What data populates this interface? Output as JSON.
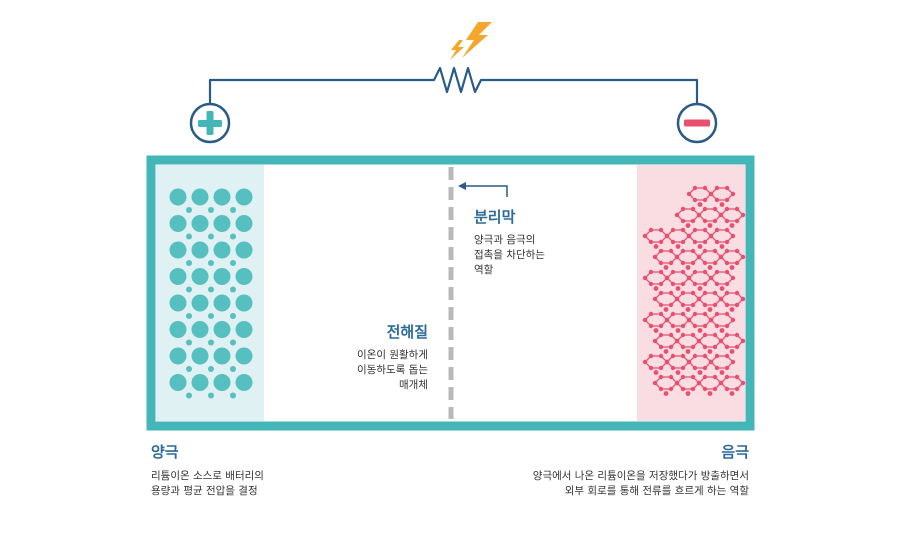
{
  "colors": {
    "battery_frame": "#45b6b8",
    "anode_bg": "#dff1f2",
    "cathode_bg": "#fadce3",
    "circle_teal": "#56c0c1",
    "lattice_pink": "#e8506e",
    "wire": "#2a5a86",
    "spark": "#f4a72a",
    "separator": "#b9b9b9",
    "heading": "#2f6b9a"
  },
  "icons": {
    "positive": "plus-icon",
    "negative": "minus-icon",
    "spark": "lightning-icon",
    "resistor": "resistor-icon"
  },
  "separator": {
    "title": "분리막",
    "desc": [
      "양극과 음극의",
      "접촉을 차단하는",
      "역할"
    ]
  },
  "electrolyte": {
    "title": "전해질",
    "desc": [
      "이온이 원활하게",
      "이동하도록  돕는",
      "매개체"
    ]
  },
  "cathode": {
    "title": "양극",
    "desc": [
      "리튬이온 소스로 배터리의",
      "용량과 평균 전압을 결정"
    ]
  },
  "anode": {
    "title": "음극",
    "desc": [
      "양극에서 나온 리튬이온을 저장했다가 방출하면서",
      "외부 회로를 통해 전류를 흐르게 하는 역할"
    ]
  }
}
